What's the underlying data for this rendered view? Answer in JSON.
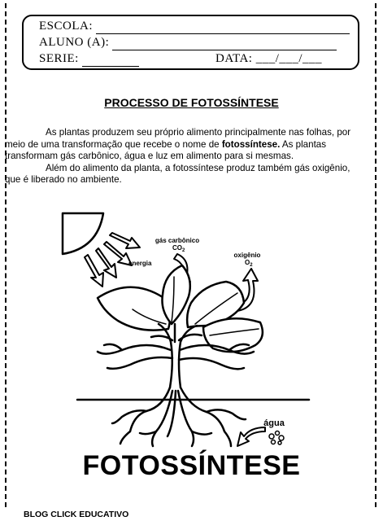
{
  "header": {
    "school_label": "ESCOLA:",
    "student_label": "ALUNO (A):",
    "grade_label": "SERIE:",
    "date_label": "DATA:",
    "date_blank": "___/___/___"
  },
  "title": "PROCESSO DE FOTOSSÍNTESE",
  "paragraph1": {
    "line1": "As plantas produzem seu próprio alimento principalmente nas  folhas, por",
    "line2_start": "meio de uma transformação que recebe o nome de ",
    "line2_bold": "fotossíntese.",
    "line2_end": " As plantas",
    "line3": "transformam gás carbônico, água e luz em alimento para si mesmas."
  },
  "paragraph2": {
    "line1": "Além do alimento da planta, a fotossíntese produz também gás oxigênio,",
    "line2": "que é  liberado no ambiente."
  },
  "diagram": {
    "energy_label": "energia",
    "co2_label": "gás carbônico",
    "co2_formula": "CO",
    "co2_sub": "2",
    "oxygen_label": "oxigênio",
    "oxygen_formula": "O",
    "oxygen_sub": "2",
    "water_label": "água"
  },
  "big_title": "FOTOSSÍNTESE",
  "footer": "BLOG CLICK EDUCATIVO"
}
